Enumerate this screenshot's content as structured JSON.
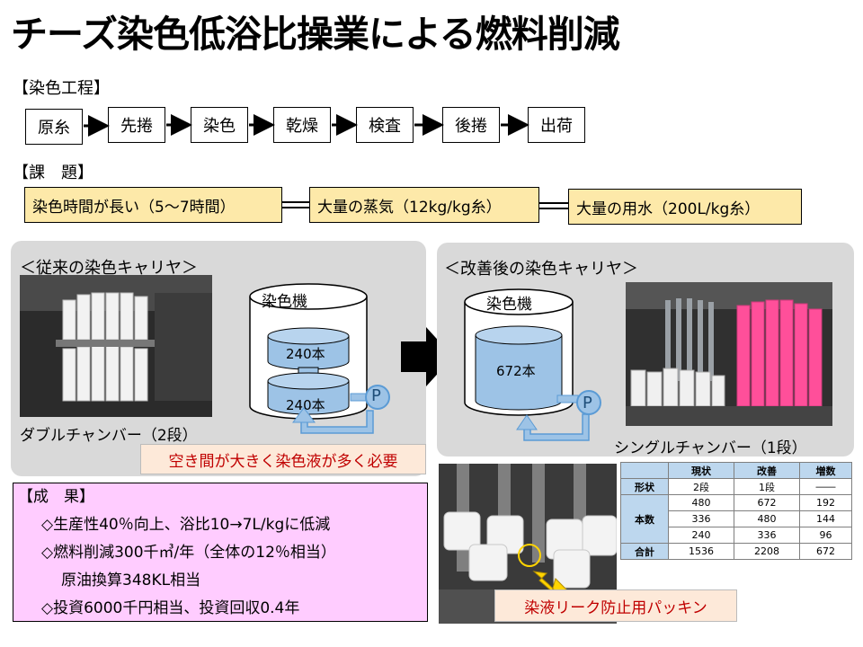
{
  "title": "チーズ染色低浴比操業による燃料削減",
  "process": {
    "heading": "【染色工程】",
    "steps": [
      "原糸",
      "先捲",
      "染色",
      "乾燥",
      "検査",
      "後捲",
      "出荷"
    ]
  },
  "issues": {
    "heading": "【課　題】",
    "items": [
      "染色時間が長い（5～7時間）",
      "大量の蒸気（12kg/kg糸）",
      "大量の用水（200L/kg糸）"
    ]
  },
  "before": {
    "heading": "＜従来の染色キャリヤ＞",
    "machine_label": "染色機",
    "upper_count": "240本",
    "lower_count": "240本",
    "pump_label": "P",
    "photo_caption": "ダブルチャンバー（2段）",
    "note": "空き間が大きく染色液が多く必要"
  },
  "after": {
    "heading": "＜改善後の染色キャリヤ＞",
    "machine_label": "染色機",
    "count": "672本",
    "pump_label": "P",
    "photo_caption": "シングルチャンバー（1段）",
    "note": "染液リーク防止用パッキン"
  },
  "results": {
    "heading": "【成　果】",
    "lines": [
      "◇生産性40％向上、浴比10→7L/kgに低減",
      "◇燃料削減300千㎥/年（全体の12％相当）",
      "原油換算348KL相当",
      "◇投資6000千円相当、投資回収0.4年"
    ]
  },
  "table": {
    "headers": [
      "",
      "現状",
      "改善",
      "増数"
    ],
    "rows": [
      {
        "label": "形状",
        "cells": [
          "2段",
          "1段",
          "――"
        ]
      },
      {
        "label": "本数",
        "cells": [
          "480",
          "672",
          "192"
        ]
      },
      {
        "label": "",
        "cells": [
          "336",
          "480",
          "144"
        ]
      },
      {
        "label": "",
        "cells": [
          "240",
          "336",
          "96"
        ]
      },
      {
        "label": "合計",
        "cells": [
          "1536",
          "2208",
          "672"
        ]
      }
    ]
  },
  "colors": {
    "issue_fill": "#fde9a9",
    "results_fill": "#ffccff",
    "panel_fill": "#d9d9d9",
    "tank_fill": "#9dc3e6",
    "note_text": "#c00000",
    "table_header": "#bdd7ee",
    "pink_cones": "#ff4f9a"
  }
}
